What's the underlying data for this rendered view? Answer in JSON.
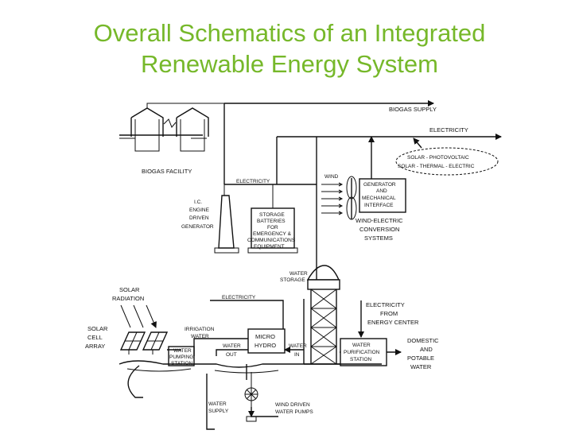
{
  "title": {
    "line1": "Overall Schematics of an Integrated",
    "line2": "Renewable Energy System"
  },
  "colors": {
    "title": "#76b82a",
    "ink": "#111111"
  },
  "labels": {
    "biogas_supply": "BIOGAS SUPPLY",
    "electricity_main": "ELECTRICITY",
    "solar_pv_1": "SOLAR - PHOTOVOLTAIC",
    "solar_pv_2": "SOLAR - THERMAL - ELECTRIC",
    "biogas_facility": "BIOGAS FACILITY",
    "electricity_upper": "ELECTRICITY",
    "wind": "WIND",
    "gen_1": "GENERATOR",
    "gen_2": "AND",
    "gen_3": "MECHANICAL",
    "gen_4": "INTERFACE",
    "wec_1": "WIND-ELECTRIC",
    "wec_2": "CONVERSION",
    "wec_3": "SYSTEMS",
    "ic_1": "I.C.",
    "ic_2": "ENGINE",
    "ic_3": "DRIVEN",
    "ic_4": "GENERATOR",
    "st_1": "STORAGE",
    "st_2": "BATTERIES",
    "st_3": "FOR",
    "st_4": "EMERGENCY &",
    "st_5": "COMMUNICATIONS",
    "st_6": "EQUIPMENT",
    "ws_1": "WATER",
    "ws_2": "STORAGE",
    "solar_rad_1": "SOLAR",
    "solar_rad_2": "RADIATION",
    "electricity_mid": "ELECTRICITY",
    "efe_1": "ELECTRICITY",
    "efe_2": "FROM",
    "efe_3": "ENERGY CENTER",
    "sca_1": "SOLAR",
    "sca_2": "CELL",
    "sca_3": "ARRAY",
    "irr_1": "IRRIGATION",
    "irr_2": "WATER",
    "wout_1": "WATER",
    "wout_2": "OUT",
    "mh_1": "MICRO",
    "mh_2": "HYDRO",
    "win_1": "WATER",
    "win_2": "IN",
    "wp_1": "WATER",
    "wp_2": "PURIFICATION",
    "wp_3": "STATION",
    "dom_1": "DOMESTIC",
    "dom_2": "AND",
    "dom_3": "POTABLE",
    "dom_4": "WATER",
    "wps_1": "WATER",
    "wps_2": "PUMPING",
    "wps_3": "STATION",
    "wsup_1": "WATER",
    "wsup_2": "SUPPLY",
    "wdp_1": "WIND DRIVEN",
    "wdp_2": "WATER PUMPS"
  }
}
